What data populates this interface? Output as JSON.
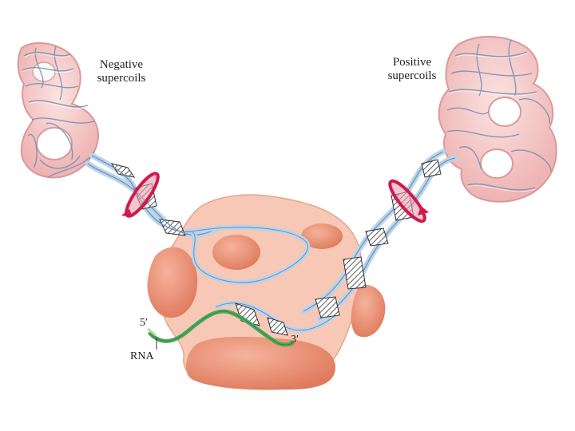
{
  "labels": {
    "negative": "Negative\nsupercoils",
    "positive": "Positive\nsupercoils",
    "five_prime": "5′",
    "three_prime": "3′",
    "rna": "RNA"
  },
  "colors": {
    "tube": "#f4c9c8",
    "tube_edge": "#d99a9a",
    "dna": "#b9d4ec",
    "dna_edge": "#6f8fb0",
    "hatch": "#333333",
    "polymerase": "#f7c8b6",
    "blob": "#ea8f72",
    "rna": "#4daa5a",
    "arrow": "#d0194d"
  }
}
